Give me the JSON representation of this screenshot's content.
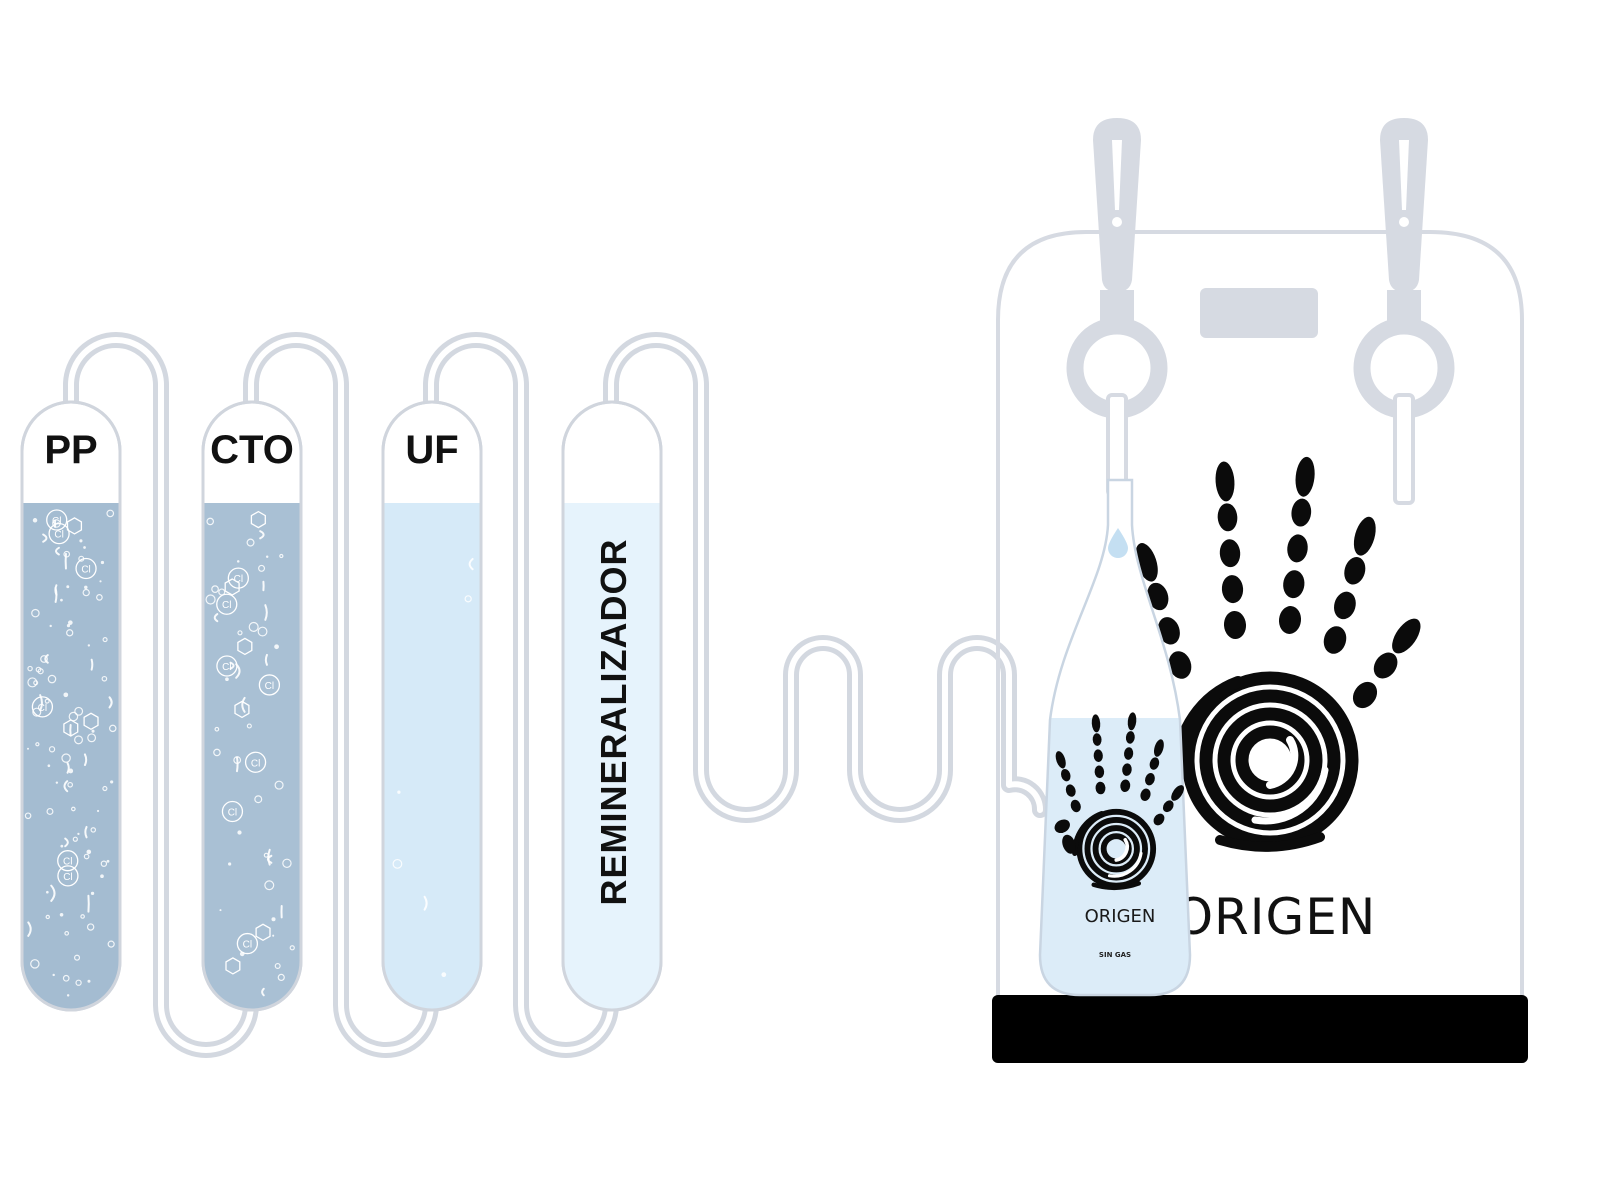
{
  "filters": [
    {
      "label": "PP",
      "state": "contaminated"
    },
    {
      "label": "CTO",
      "state": "partially-filtered"
    },
    {
      "label": "UF",
      "state": "clean"
    },
    {
      "label": "REMINERALIZADOR",
      "state": "remineralized"
    }
  ],
  "dispenser": {
    "brand_name": "ORIGEN",
    "taps": 2,
    "bottle": {
      "brand_name": "ORIGEN",
      "subtitle": "SIN GAS"
    }
  },
  "icons": {
    "logo": "spiral-handprint-logo",
    "particle": "chlorine-particle-icon"
  },
  "colors": {
    "tube": "#d3d8e0",
    "contaminated": "#a4bcd1",
    "partially_filtered": "#a9c0d4",
    "clean": "#d6eaf8",
    "remineralized": "#e6f3fc",
    "dispenser_outline": "#d6dae2",
    "base": "#000000"
  }
}
